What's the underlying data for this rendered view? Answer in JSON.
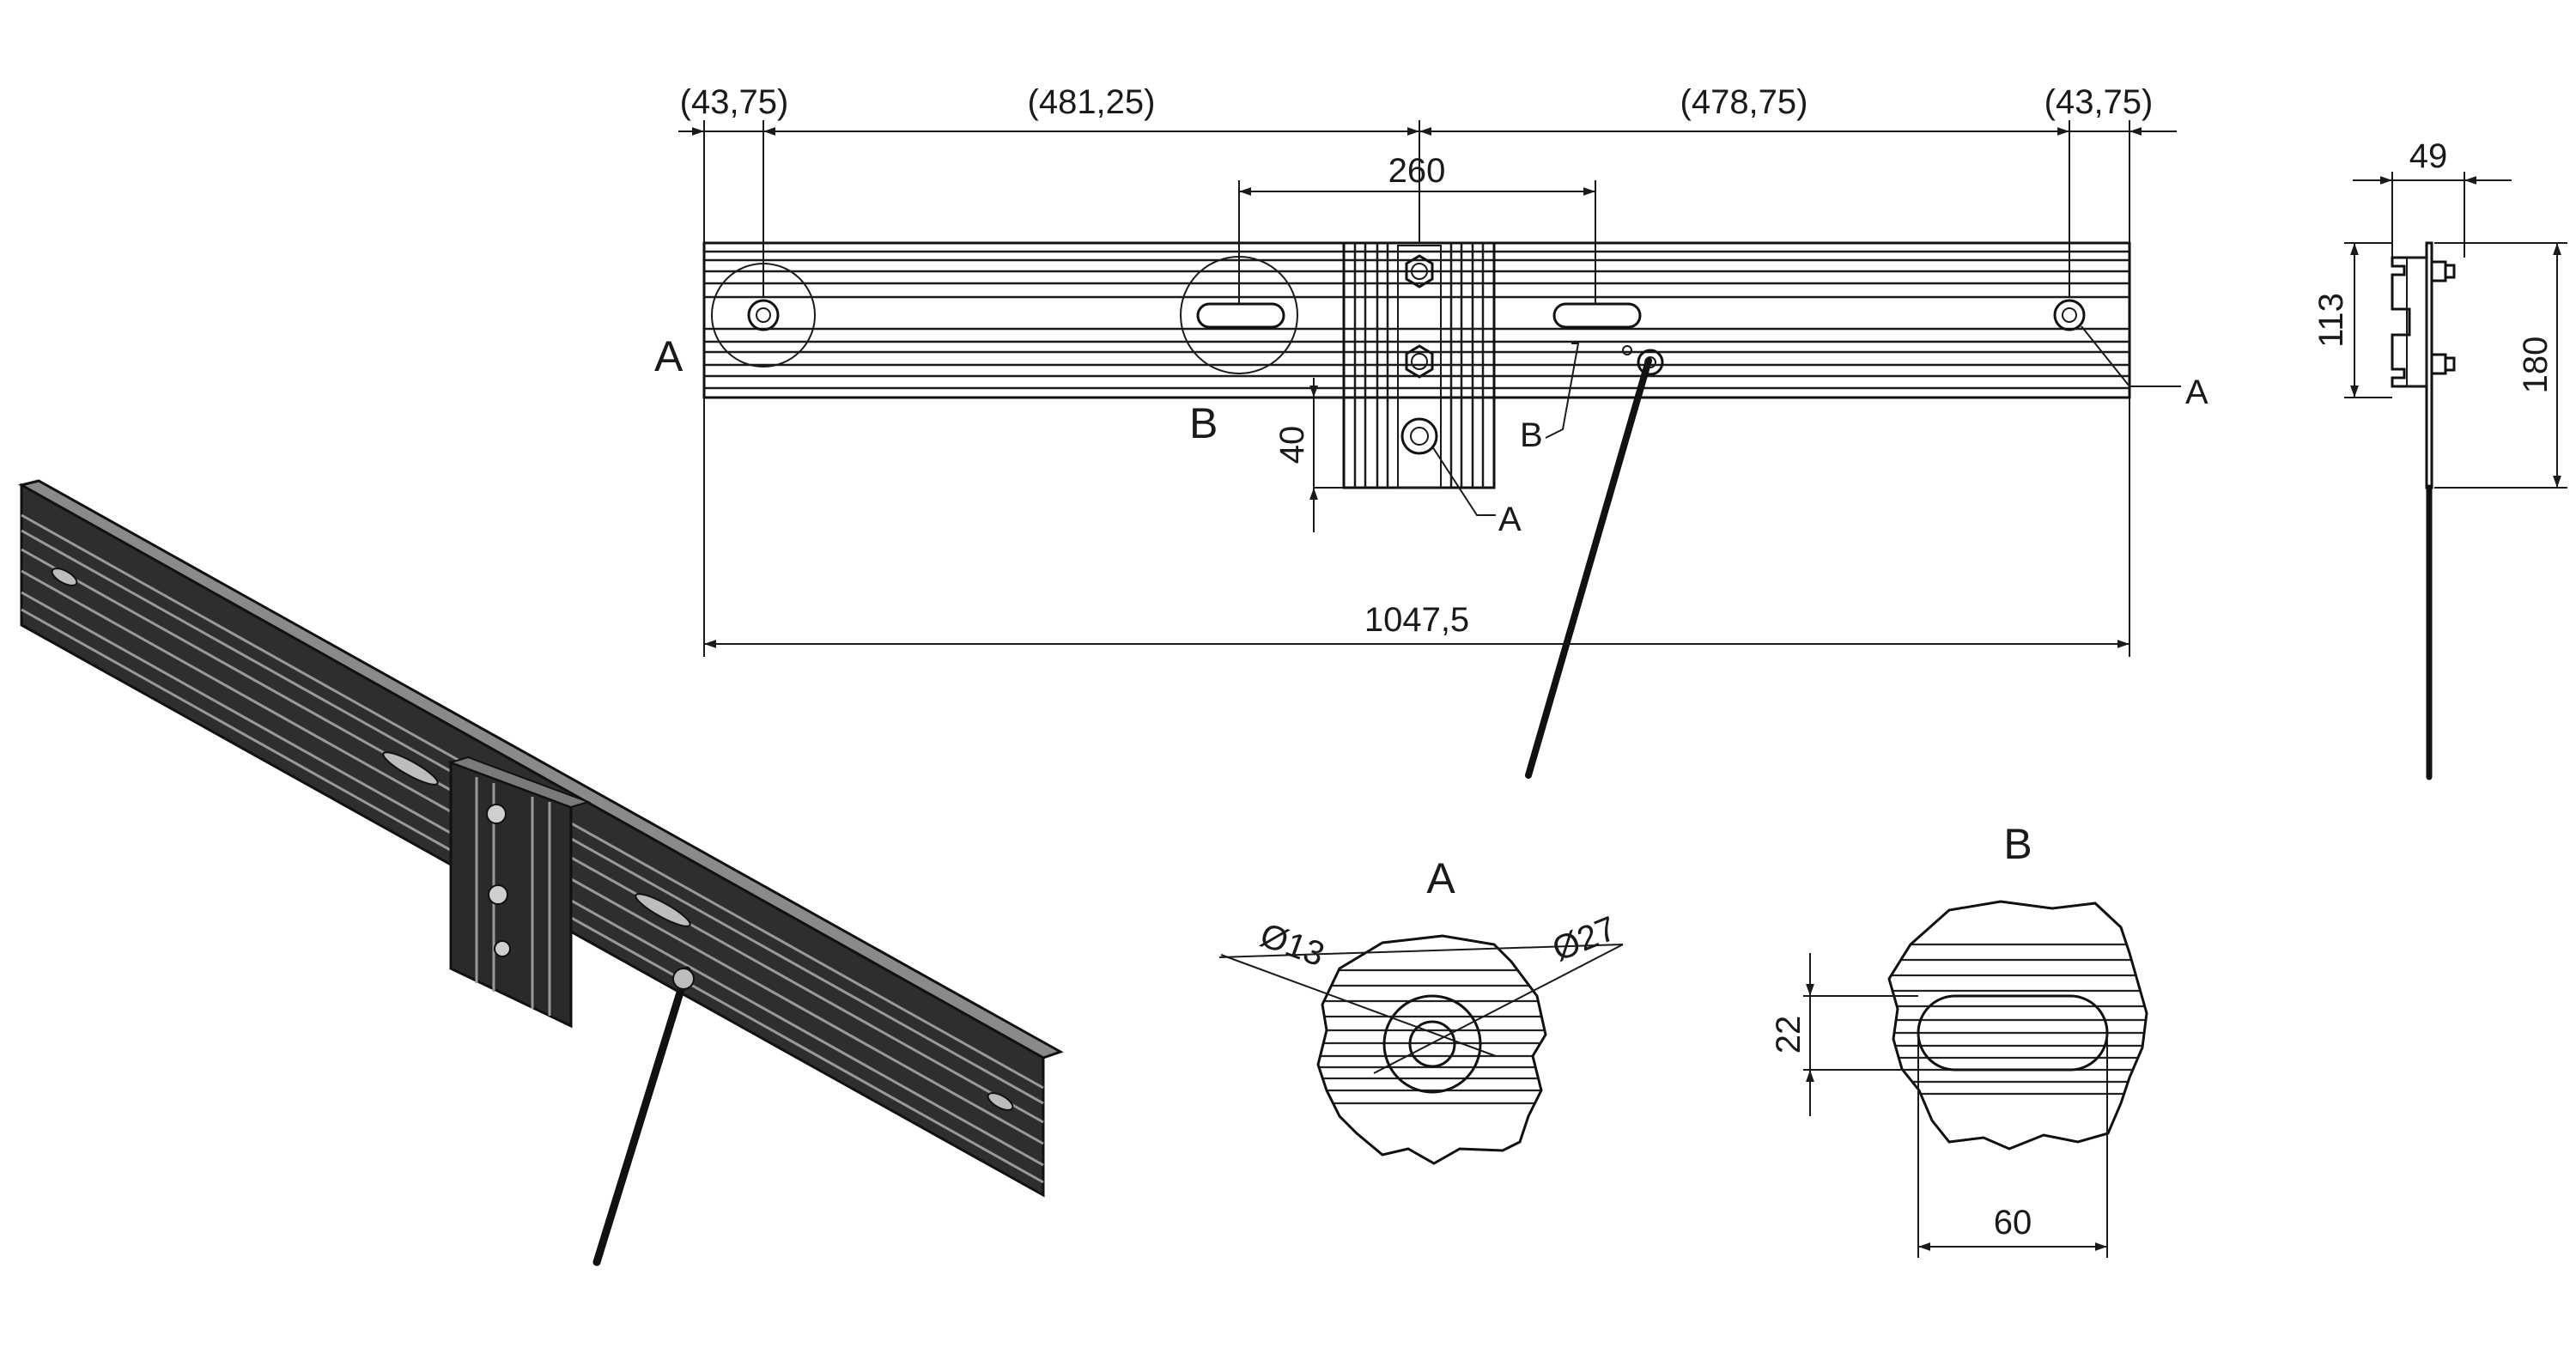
{
  "front_view": {
    "top_dimensions": [
      "(43,75)",
      "(481,25)",
      "(478,75)",
      "(43,75)"
    ],
    "slot_spacing": "260",
    "bracket_offset": "40",
    "overall_length": "1047,5",
    "callout_a": "A",
    "callout_b": "B"
  },
  "side_view": {
    "width": "49",
    "profile_height": "113",
    "bracket_height": "180",
    "callout_a": "A"
  },
  "detail_a": {
    "title": "A",
    "inner_diameter": "Ø13",
    "outer_diameter": "Ø27"
  },
  "detail_b": {
    "title": "B",
    "slot_height": "22",
    "slot_length": "60"
  },
  "colors": {
    "line": "#1a1a1a",
    "rail_dark": "#141414",
    "rail_mid": "#3a3a3a",
    "rail_light": "#8a8a8a",
    "background": "#ffffff"
  }
}
